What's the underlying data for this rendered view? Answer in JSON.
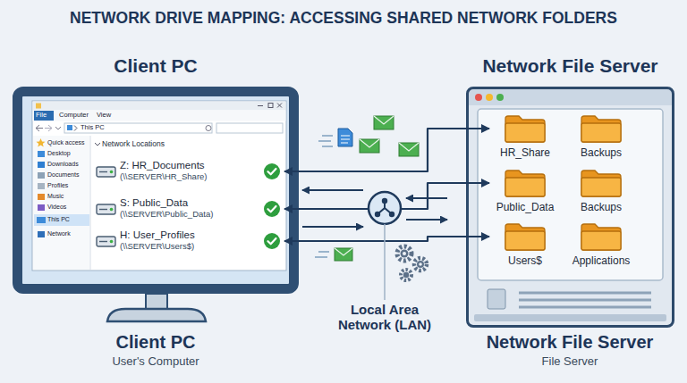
{
  "diagram": {
    "title": "NETWORK DRIVE MAPPING: ACCESSING SHARED NETWORK FOLDERS",
    "nodes": [
      {
        "text": [
          "Client PC"
        ]
      },
      {
        "text": [
          "Z: HR_Documents",
          "(\\\\SERVER\\HR_Share)"
        ],
        "in": 0
      },
      {
        "text": [
          "S: Public_Data",
          "(\\\\SERVER\\Public_Data)"
        ],
        "in": 0
      },
      {
        "text": [
          "H: User_Profiles",
          "(\\\\SERVER\\Users$)"
        ],
        "in": 0
      },
      {
        "text": [
          "Network File Server"
        ]
      },
      {
        "text": [
          "HR_Share"
        ],
        "in": 4
      },
      {
        "text": [
          "Backups"
        ],
        "in": 4
      },
      {
        "text": [
          "Public_Data"
        ],
        "in": 4
      },
      {
        "text": [
          "Backups"
        ],
        "in": 4
      },
      {
        "text": [
          "Users$"
        ],
        "in": 4
      },
      {
        "text": [
          "Applications"
        ],
        "in": 4
      }
    ],
    "edges": [
      {
        "from": 1,
        "to": 5,
        "arrow": "both"
      },
      {
        "from": 2,
        "to": 7,
        "arrow": "both"
      },
      {
        "from": 3,
        "to": 9,
        "arrow": "both"
      }
    ],
    "labels": [
      "File",
      "Computer",
      "View",
      "This PC",
      "Quick access",
      "Desktop",
      "Downloads",
      "Documents",
      "Profiles",
      "Music",
      "Videos",
      "This PC",
      "Network",
      "Network Locations",
      "Local Area Network (LAN)",
      "Client PC",
      "User's Computer",
      "Network File Server",
      "File Server"
    ]
  }
}
